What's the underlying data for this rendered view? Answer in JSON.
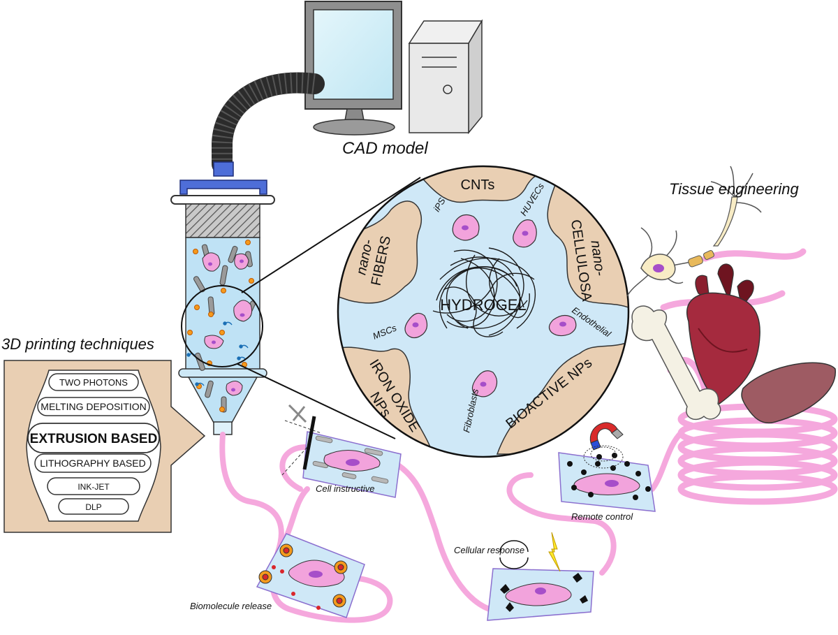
{
  "labels": {
    "cad_model": "CAD model",
    "tissue_engineering": "Tissue engineering",
    "printing_techniques": "3D printing techniques",
    "cell_instructive": "Cell instructive",
    "remote_control": "Remote control",
    "cellular_response": "Cellular response",
    "biomolecule_release": "Biomolecule release"
  },
  "techniques": [
    "TWO PHOTONS",
    "MELTING DEPOSITION",
    "EXTRUSION BASED",
    "LITHOGRAPHY BASED",
    "INK-JET",
    "DLP"
  ],
  "circle": {
    "center": "HYDROGEL",
    "fillers": {
      "cnts": "CNTs",
      "nanofibers_1": "nano-",
      "nanofibers_2": "FIBERS",
      "nanocellulosa_1": "nano-",
      "nanocellulosa_2": "CELLULOSA",
      "ironoxide_1": "IRON OXIDE",
      "ironoxide_2": "NPs",
      "bioactive": "BIOACTIVE NPs"
    },
    "cells": {
      "ips": "iPS",
      "huvecs": "HUVECs",
      "mscs": "MSCs",
      "endothelial": "Endothelial",
      "fibroblasts": "Fibroblasts"
    }
  },
  "colors": {
    "tan": "#e9cfb3",
    "light_blue": "#cfe8f7",
    "cell_pink": "#f2a3dc",
    "nucleus": "#a64ec9",
    "fiber_pink": "#f5a8dd",
    "orange": "#f59a1c",
    "connector_blue": "#4e6ed8",
    "heart": "#a52a3e",
    "liver": "#9e5b63"
  }
}
